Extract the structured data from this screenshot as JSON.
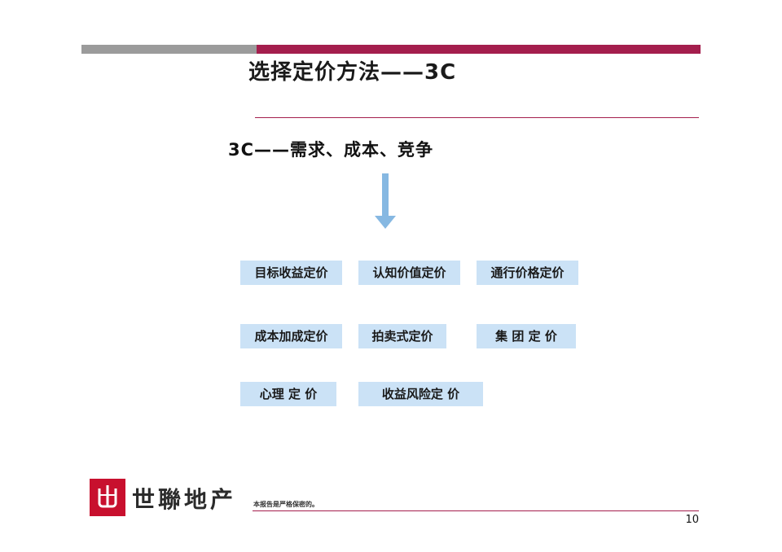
{
  "slide": {
    "title": "选择定价方法——3C",
    "subtitle": "3C——需求、成本、竞争",
    "boxes": [
      [
        "目标收益定价",
        "认知价值定价",
        "通行价格定价"
      ],
      [
        "成本加成定价",
        "拍卖式定价",
        "集 团 定 价"
      ],
      [
        "心理 定 价",
        "收益风险定 价"
      ]
    ],
    "footer": {
      "logo_text": "世聯地产",
      "confidential": "本报告是严格保密的。",
      "page_number": "10"
    },
    "colors": {
      "accent": "#a41e4d",
      "bar_gray": "#9b9b9b",
      "box_bg": "#cbe2f6",
      "arrow_blue": "#86b8e2",
      "logo_red": "#c8102e"
    },
    "icons": {
      "down_arrow": "down-arrow-icon",
      "logo": "worldunion-logo-icon"
    }
  }
}
